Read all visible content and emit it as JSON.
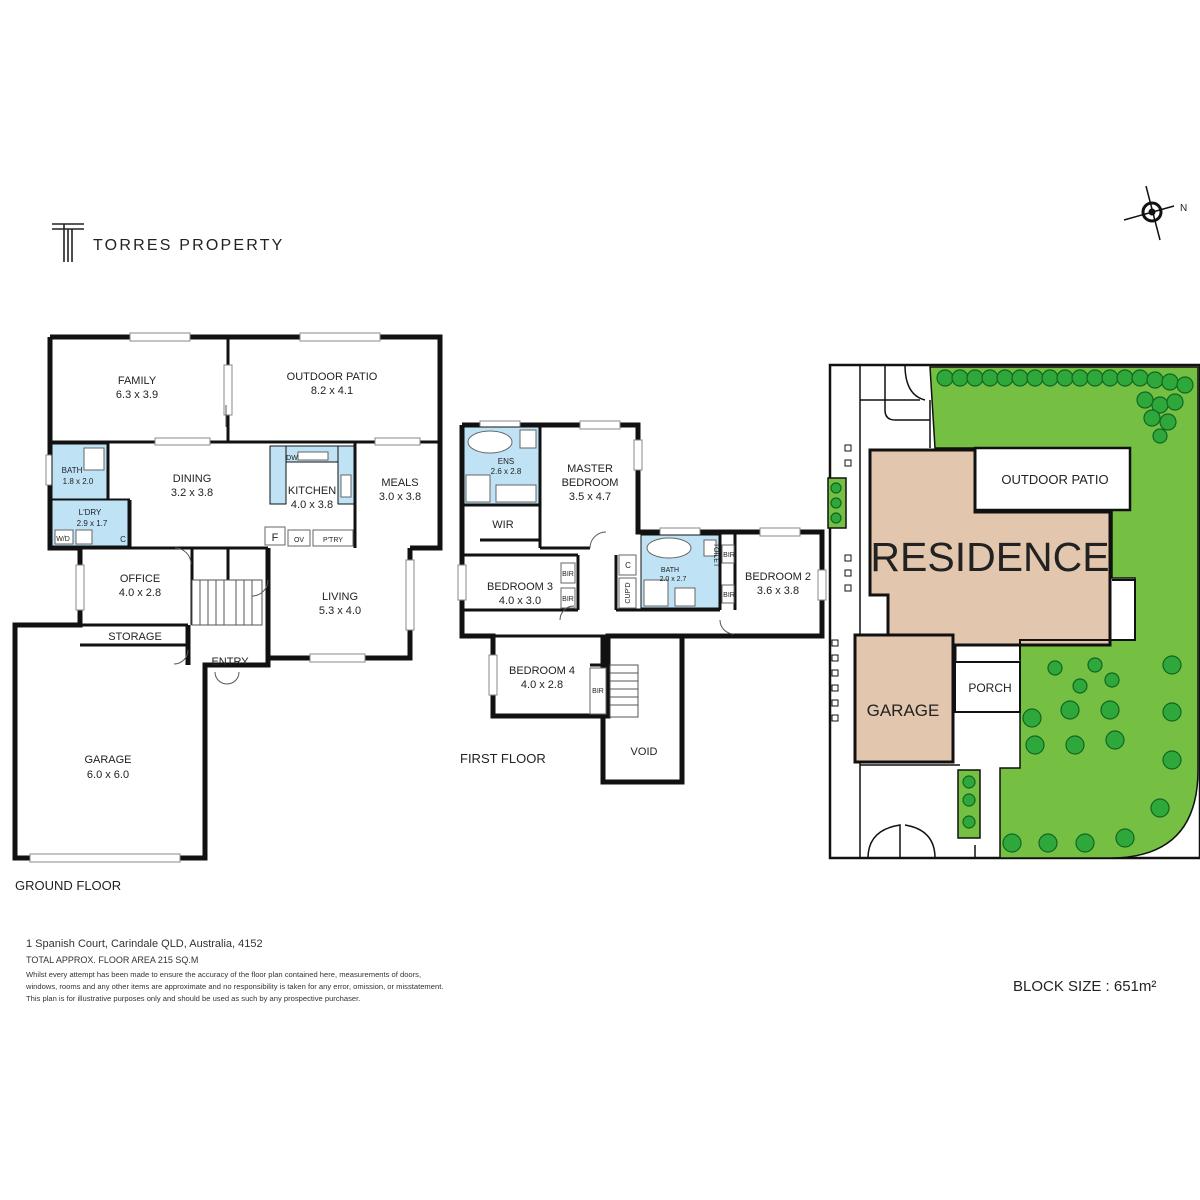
{
  "brand": {
    "name": "TORRES PROPERTY",
    "logo_icon": "t-monogram-icon"
  },
  "compass": {
    "label": "N",
    "icon": "north-arrow-icon"
  },
  "ground_floor": {
    "title": "GROUND FLOOR",
    "family": {
      "name": "FAMILY",
      "dims": "6.3 x 3.9"
    },
    "outdoor_patio": {
      "name": "OUTDOOR PATIO",
      "dims": "8.2 x 4.1"
    },
    "bath": {
      "name": "BATH",
      "dims": "1.8 x 2.0"
    },
    "dining": {
      "name": "DINING",
      "dims": "3.2 x 3.8"
    },
    "kitchen": {
      "name": "KITCHEN",
      "dims": "4.0 x 3.8",
      "dw": "DW"
    },
    "meals": {
      "name": "MEALS",
      "dims": "3.0 x 3.8"
    },
    "laundry": {
      "name": "L'DRY",
      "dims": "2.9 x 1.7",
      "wd": "W/D",
      "c": "C"
    },
    "fridge": "F",
    "oven": "OV",
    "pantry": "P'TRY",
    "office": {
      "name": "OFFICE",
      "dims": "4.0 x 2.8"
    },
    "living": {
      "name": "LIVING",
      "dims": "5.3 x 4.0"
    },
    "storage": "STORAGE",
    "entry": "ENTRY",
    "garage": {
      "name": "GARAGE",
      "dims": "6.0 x 6.0"
    }
  },
  "first_floor": {
    "title": "FIRST FLOOR",
    "ens": {
      "name": "ENS",
      "dims": "2.6 x 2.8"
    },
    "master": {
      "name1": "MASTER",
      "name2": "BEDROOM",
      "dims": "3.5 x 4.7"
    },
    "wir": "WIR",
    "bedroom3": {
      "name": "BEDROOM 3",
      "dims": "4.0 x 3.0"
    },
    "bir": "BIR",
    "cupd": "CUP'D",
    "c": "C",
    "bath": {
      "name": "BATH",
      "dims": "2.0 x 2.7"
    },
    "wc": "TOILET",
    "bedroom2": {
      "name": "BEDROOM 2",
      "dims": "3.6 x 3.8"
    },
    "bedroom4": {
      "name": "BEDROOM 4",
      "dims": "4.0 x 2.8"
    },
    "void": "VOID"
  },
  "site_plan": {
    "outdoor_patio": "OUTDOOR PATIO",
    "residence": "RESIDENCE",
    "garage": "GARAGE",
    "porch": "PORCH",
    "block_size": "BLOCK SIZE : 651m²"
  },
  "colors": {
    "lawn": "#75c043",
    "building": "#e2c7ae",
    "wet_area": "#bfe3f5",
    "tree": "#2fa83b"
  },
  "footer": {
    "address": "1 Spanish Court, Carindale QLD, Australia, 4152",
    "area": "TOTAL APPROX. FLOOR AREA 215 SQ.M",
    "disclaimer1": "Whilst every attempt has been made to ensure the accuracy of the floor plan contained here, measurements of doors,",
    "disclaimer2": "windows, rooms and any other items are approximate and no responsibility is taken for any error, omission, or misstatement.",
    "disclaimer3": "This plan is for illustrative purposes only and should be used as such by any prospective purchaser."
  }
}
